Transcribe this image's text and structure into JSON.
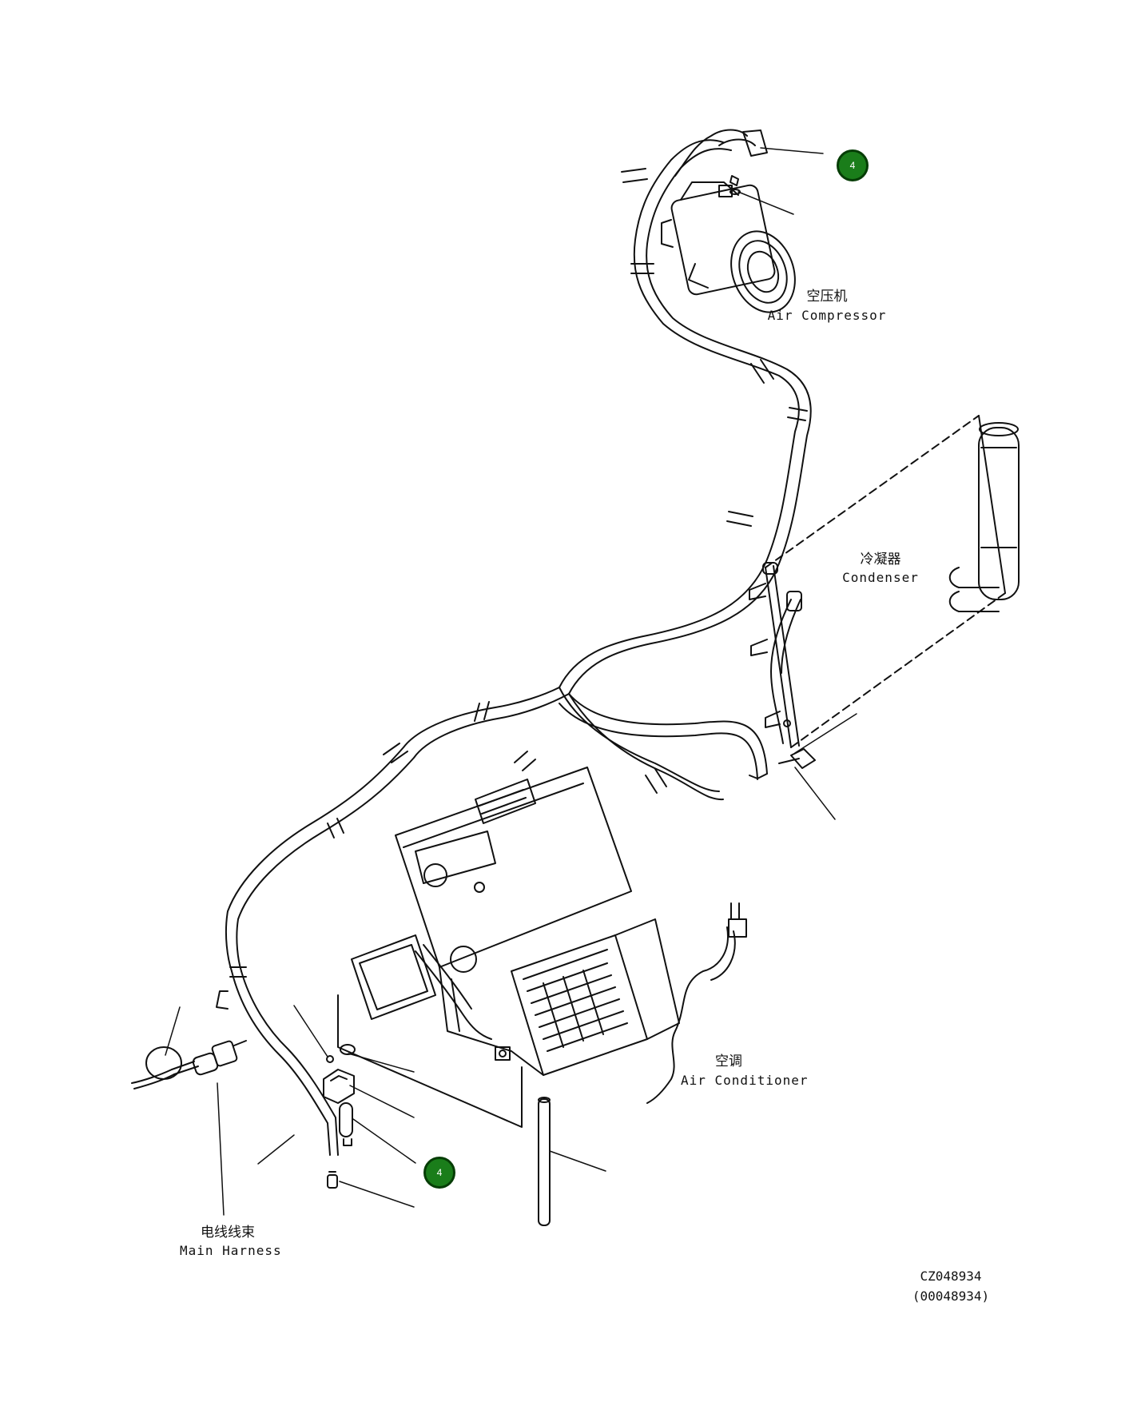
{
  "labels": {
    "air_compressor_cn": "空压机",
    "air_compressor_en": "Air Compressor",
    "condenser_cn": "冷凝器",
    "condenser_en": "Condenser",
    "air_conditioner_cn": "空调",
    "air_conditioner_en": "Air Conditioner",
    "main_harness_cn": "电线线束",
    "main_harness_en": "Main Harness"
  },
  "callouts": {
    "top": "4",
    "bottom": "4"
  },
  "reference": {
    "code": "CZ048934",
    "alt_code": "(00048934)"
  },
  "colors": {
    "line": "#111111",
    "callout_fill": "#1a7d1a",
    "callout_border": "#063d06",
    "callout_text": "#ffffff"
  }
}
